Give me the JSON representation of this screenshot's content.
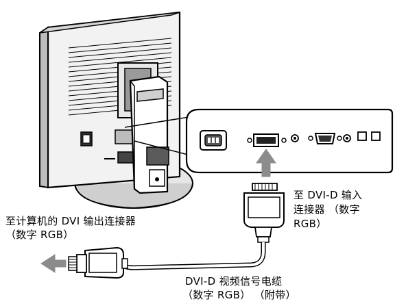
{
  "labels": {
    "dvi_input_line1": "至 DVI-D 输入",
    "dvi_input_line2": "连接器 （数字",
    "dvi_input_line3": "RGB）",
    "computer_line1": "至计算机的 DVI 输出连接器",
    "computer_line2": "（数字 RGB）",
    "cable_line1": "DVI-D 视频信号电缆",
    "cable_line2": "（数字 RGB） （附带）"
  },
  "colors": {
    "line": "#000000",
    "fill": "#ffffff",
    "shade": "#d9d9d9",
    "dark": "#4a4a4a",
    "arrow_gray": "#8c8c8c"
  },
  "icons": {
    "arrow_to_computer": "left-arrow-icon",
    "arrow_to_input": "up-arrow-icon"
  }
}
